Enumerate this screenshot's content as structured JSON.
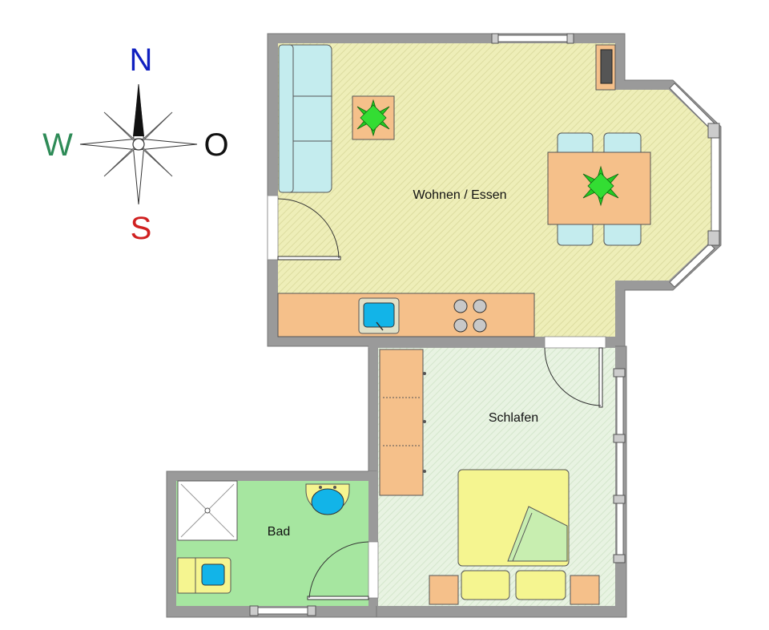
{
  "compass": {
    "north": "N",
    "west": "W",
    "east": "O",
    "south": "S",
    "colors": {
      "north": "#1020c0",
      "west": "#2e8b57",
      "east": "#111111",
      "south": "#d02020"
    }
  },
  "rooms": {
    "living": "Wohnen / Essen",
    "bedroom": "Schlafen",
    "bath": "Bad"
  },
  "colors": {
    "wall": "#9a9a9a",
    "living_floor": "#eeeeb8",
    "bedroom_floor": "#e6f2e0",
    "bath_floor": "#a6e6a0",
    "counter": "#f5c08a",
    "sofa": "#c4ecee",
    "table": "#f5c08a",
    "plant": "#22cc22",
    "bed": "#f5f590",
    "sink": "#12b4e8"
  }
}
